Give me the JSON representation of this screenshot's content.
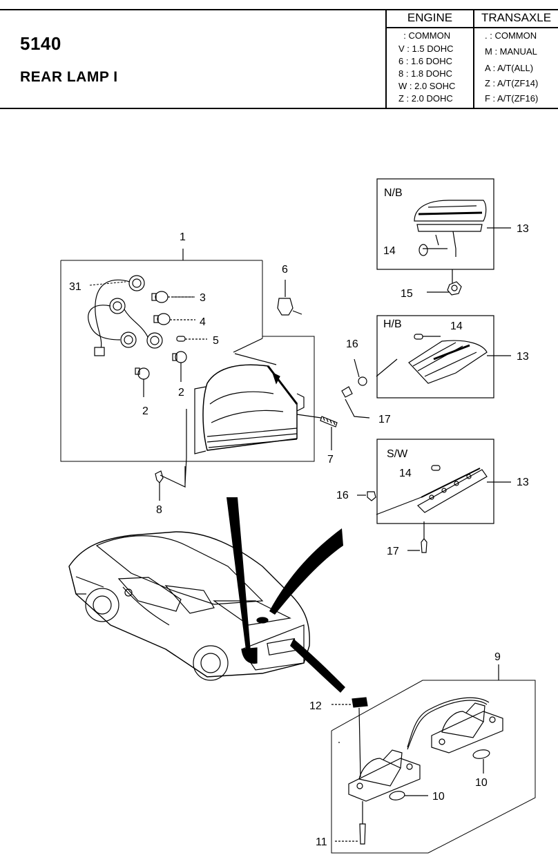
{
  "header": {
    "section_number": "5140",
    "section_title": "REAR LAMP I",
    "engine_heading": "ENGINE",
    "transaxle_heading": "TRANSAXLE",
    "engine_codes": [
      "  : COMMON",
      "V : 1.5 DOHC",
      "6 : 1.6 DOHC",
      "8 : 1.8 DOHC",
      "W : 2.0 SOHC",
      "Z : 2.0 DOHC"
    ],
    "transaxle_codes": [
      ". : COMMON",
      "M : MANUAL",
      "A : A/T(ALL)",
      "Z : A/T(ZF14)",
      "F : A/T(ZF16)"
    ]
  },
  "boxes": {
    "nb": "N/B",
    "hb": "H/B",
    "sw": "S/W"
  },
  "callouts": {
    "c1": "1",
    "c2a": "2",
    "c2b": "2",
    "c3": "3",
    "c4": "4",
    "c5": "5",
    "c6": "6",
    "c7": "7",
    "c8": "8",
    "c9": "9",
    "c10a": "10",
    "c10b": "10",
    "c11": "11",
    "c12": "12",
    "c13a": "13",
    "c13b": "13",
    "c13c": "13",
    "c14a": "14",
    "c14b": "14",
    "c14c": "14",
    "c15": "15",
    "c16a": "16",
    "c16b": "16",
    "c17a": "17",
    "c17b": "17",
    "c31": "31"
  }
}
